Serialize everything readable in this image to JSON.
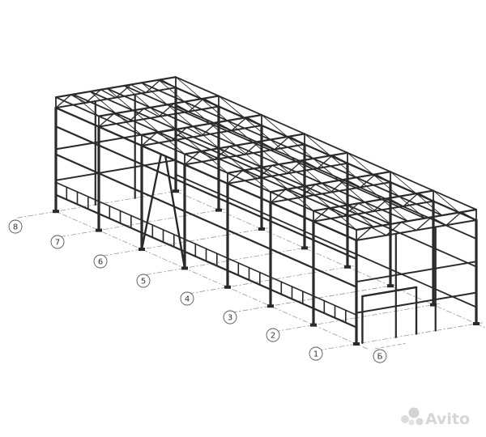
{
  "diagram": {
    "grid_axes_long": [
      "1",
      "2",
      "3",
      "4",
      "5",
      "6",
      "7",
      "8"
    ],
    "grid_axes_short": [
      "Б"
    ],
    "colors": {
      "steel": "#2a2a2a",
      "grid": "#9a9a9a",
      "watermark": "#d6d6d6"
    }
  },
  "watermark": {
    "text": "Avito",
    "icon": "avito-dots-icon"
  }
}
